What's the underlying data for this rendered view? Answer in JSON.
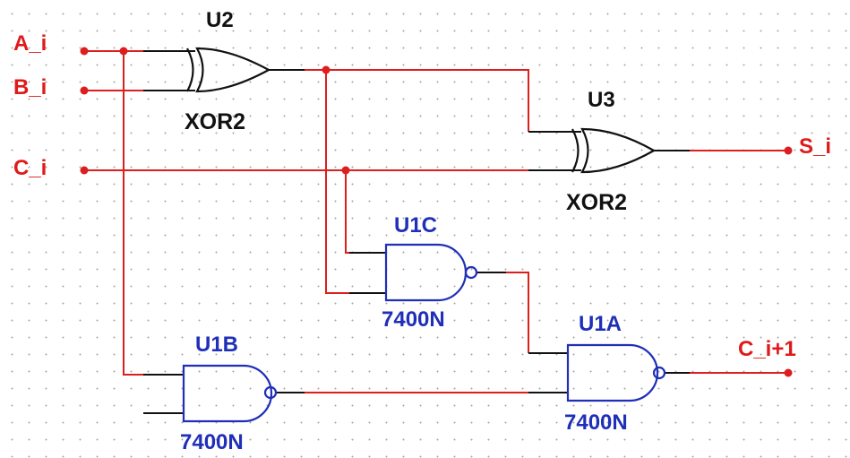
{
  "ports": {
    "a_in": "A_i",
    "b_in": "B_i",
    "c_in": "C_i",
    "sum_out": "S_i",
    "carry_out": "C_i+1"
  },
  "gates": {
    "u2": {
      "ref": "U2",
      "type": "XOR2"
    },
    "u3": {
      "ref": "U3",
      "type": "XOR2"
    },
    "u1c": {
      "ref": "U1C",
      "type": "7400N"
    },
    "u1b": {
      "ref": "U1B",
      "type": "7400N"
    },
    "u1a": {
      "ref": "U1A",
      "type": "7400N"
    }
  },
  "colors": {
    "wire": "#dd1e1e",
    "xor_gate": "#111111",
    "nand_gate": "#1f2fb8",
    "grid_dot": "#a9a9a9"
  }
}
